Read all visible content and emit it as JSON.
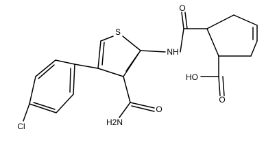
{
  "molecule": {
    "atoms": {
      "S": "S",
      "NH": "NH",
      "O_amide": "O",
      "HO": "HO",
      "O_acid": "O",
      "O_carbamoyl": "O",
      "H2N": "H2N",
      "Cl": "Cl"
    },
    "colors": {
      "bond": "#000000",
      "text": "#000000",
      "background": "#ffffff"
    }
  }
}
